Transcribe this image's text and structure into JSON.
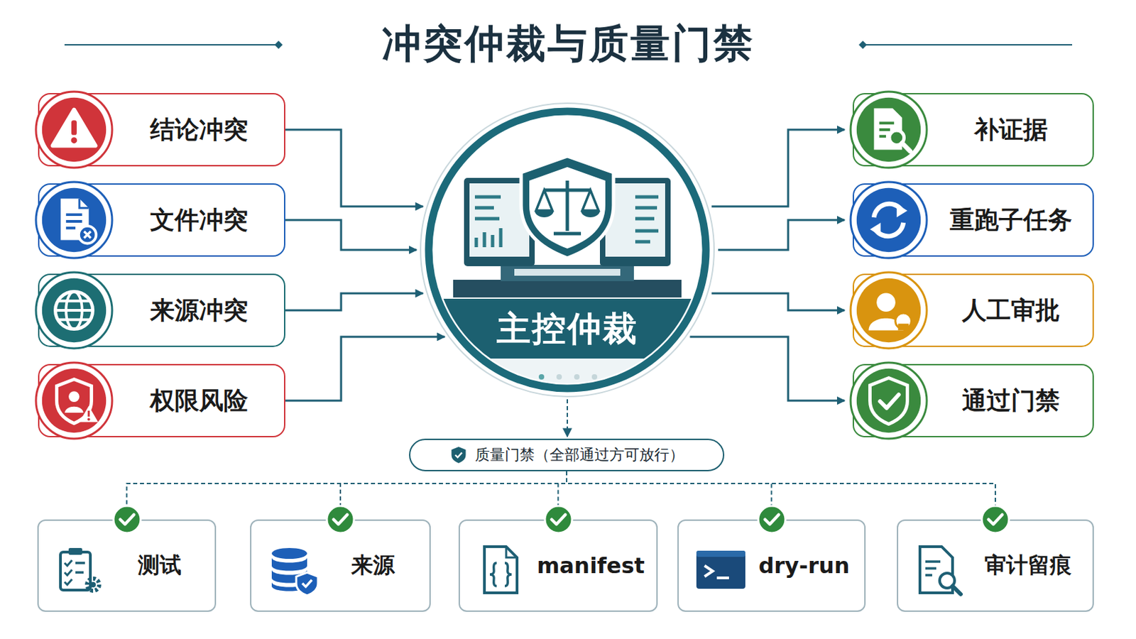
{
  "diagram": {
    "title": "冲突仲裁与质量门禁",
    "nodes": [
      {
        "text": [
          "结论冲突"
        ]
      },
      {
        "text": [
          "文件冲突"
        ]
      },
      {
        "text": [
          "来源冲突"
        ]
      },
      {
        "text": [
          "权限风险"
        ]
      },
      {
        "text": [
          "主控仲裁"
        ]
      },
      {
        "text": [
          "补证据"
        ]
      },
      {
        "text": [
          "重跑子任务"
        ]
      },
      {
        "text": [
          "人工审批"
        ]
      },
      {
        "text": [
          "通过门禁"
        ]
      },
      {
        "text": [
          "质量门禁（全部通过方可放行）"
        ]
      },
      {
        "text": [
          "测试"
        ]
      },
      {
        "text": [
          "来源"
        ]
      },
      {
        "text": [
          "manifest"
        ]
      },
      {
        "text": [
          "dry-run"
        ]
      },
      {
        "text": [
          "审计留痕"
        ]
      }
    ],
    "edges": [
      {
        "from": 0,
        "to": 4,
        "arrow": "to"
      },
      {
        "from": 1,
        "to": 4,
        "arrow": "to"
      },
      {
        "from": 2,
        "to": 4,
        "arrow": "to"
      },
      {
        "from": 3,
        "to": 4,
        "arrow": "to"
      },
      {
        "from": 4,
        "to": 5,
        "arrow": "to"
      },
      {
        "from": 4,
        "to": 6,
        "arrow": "to"
      },
      {
        "from": 4,
        "to": 7,
        "arrow": "to"
      },
      {
        "from": 4,
        "to": 8,
        "arrow": "to"
      },
      {
        "from": 4,
        "to": 9,
        "arrow": "to"
      },
      {
        "from": 9,
        "to": 10,
        "arrow": "none"
      },
      {
        "from": 9,
        "to": 11,
        "arrow": "none"
      },
      {
        "from": 9,
        "to": 12,
        "arrow": "none"
      },
      {
        "from": 9,
        "to": 13,
        "arrow": "none"
      },
      {
        "from": 9,
        "to": 14,
        "arrow": "none"
      }
    ]
  }
}
